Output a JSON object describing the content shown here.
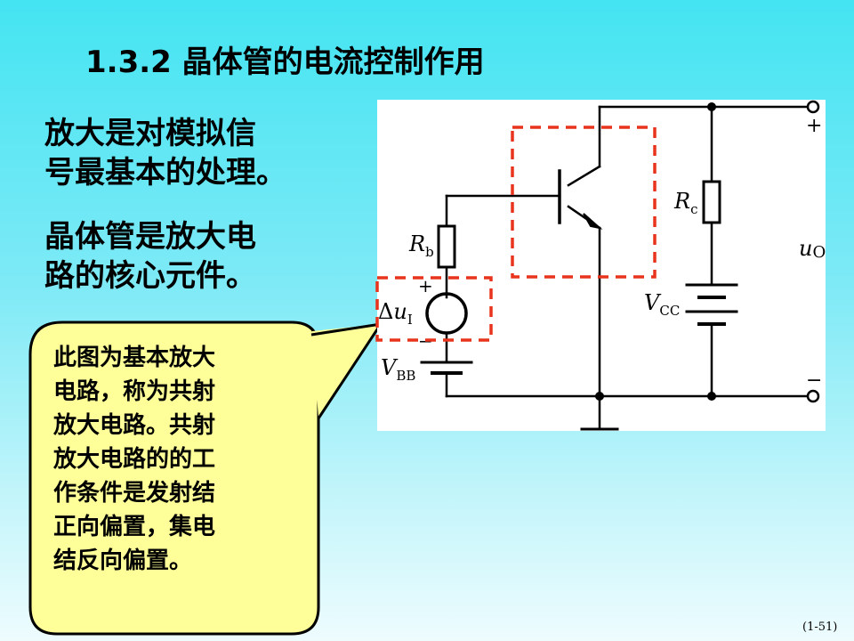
{
  "title": "1.3.2 晶体管的电流控制作用",
  "paragraphs": [
    {
      "lines": [
        "放大是对模拟信",
        "号最基本的处理。"
      ]
    },
    {
      "lines": [
        "晶体管是放大电",
        "路的核心元件。"
      ]
    }
  ],
  "callout": {
    "lines": [
      "此图为基本放大",
      "电路，称为共射",
      "放大电路。共射",
      "放大电路的的工",
      "作条件是发射结",
      "正向偏置，集电",
      "结反向偏置。"
    ]
  },
  "circuit": {
    "labels": {
      "rb": {
        "main": "R",
        "sub": "b"
      },
      "rc": {
        "main": "R",
        "sub": "c"
      },
      "vcc": {
        "main": "V",
        "sub": "CC"
      },
      "vbb": {
        "main": "V",
        "sub": "BB"
      },
      "ui": {
        "prefix": "Δ",
        "main": "u",
        "sub": "I"
      },
      "uo": {
        "main": "u",
        "sub": "O"
      },
      "plus_source": "+",
      "minus_source": "−",
      "plus_out": "+",
      "minus_out": "−"
    }
  },
  "slide_number": "(1-51)",
  "colors": {
    "highlight_box": "#e8341c",
    "callout_fill": "#ffff99"
  }
}
